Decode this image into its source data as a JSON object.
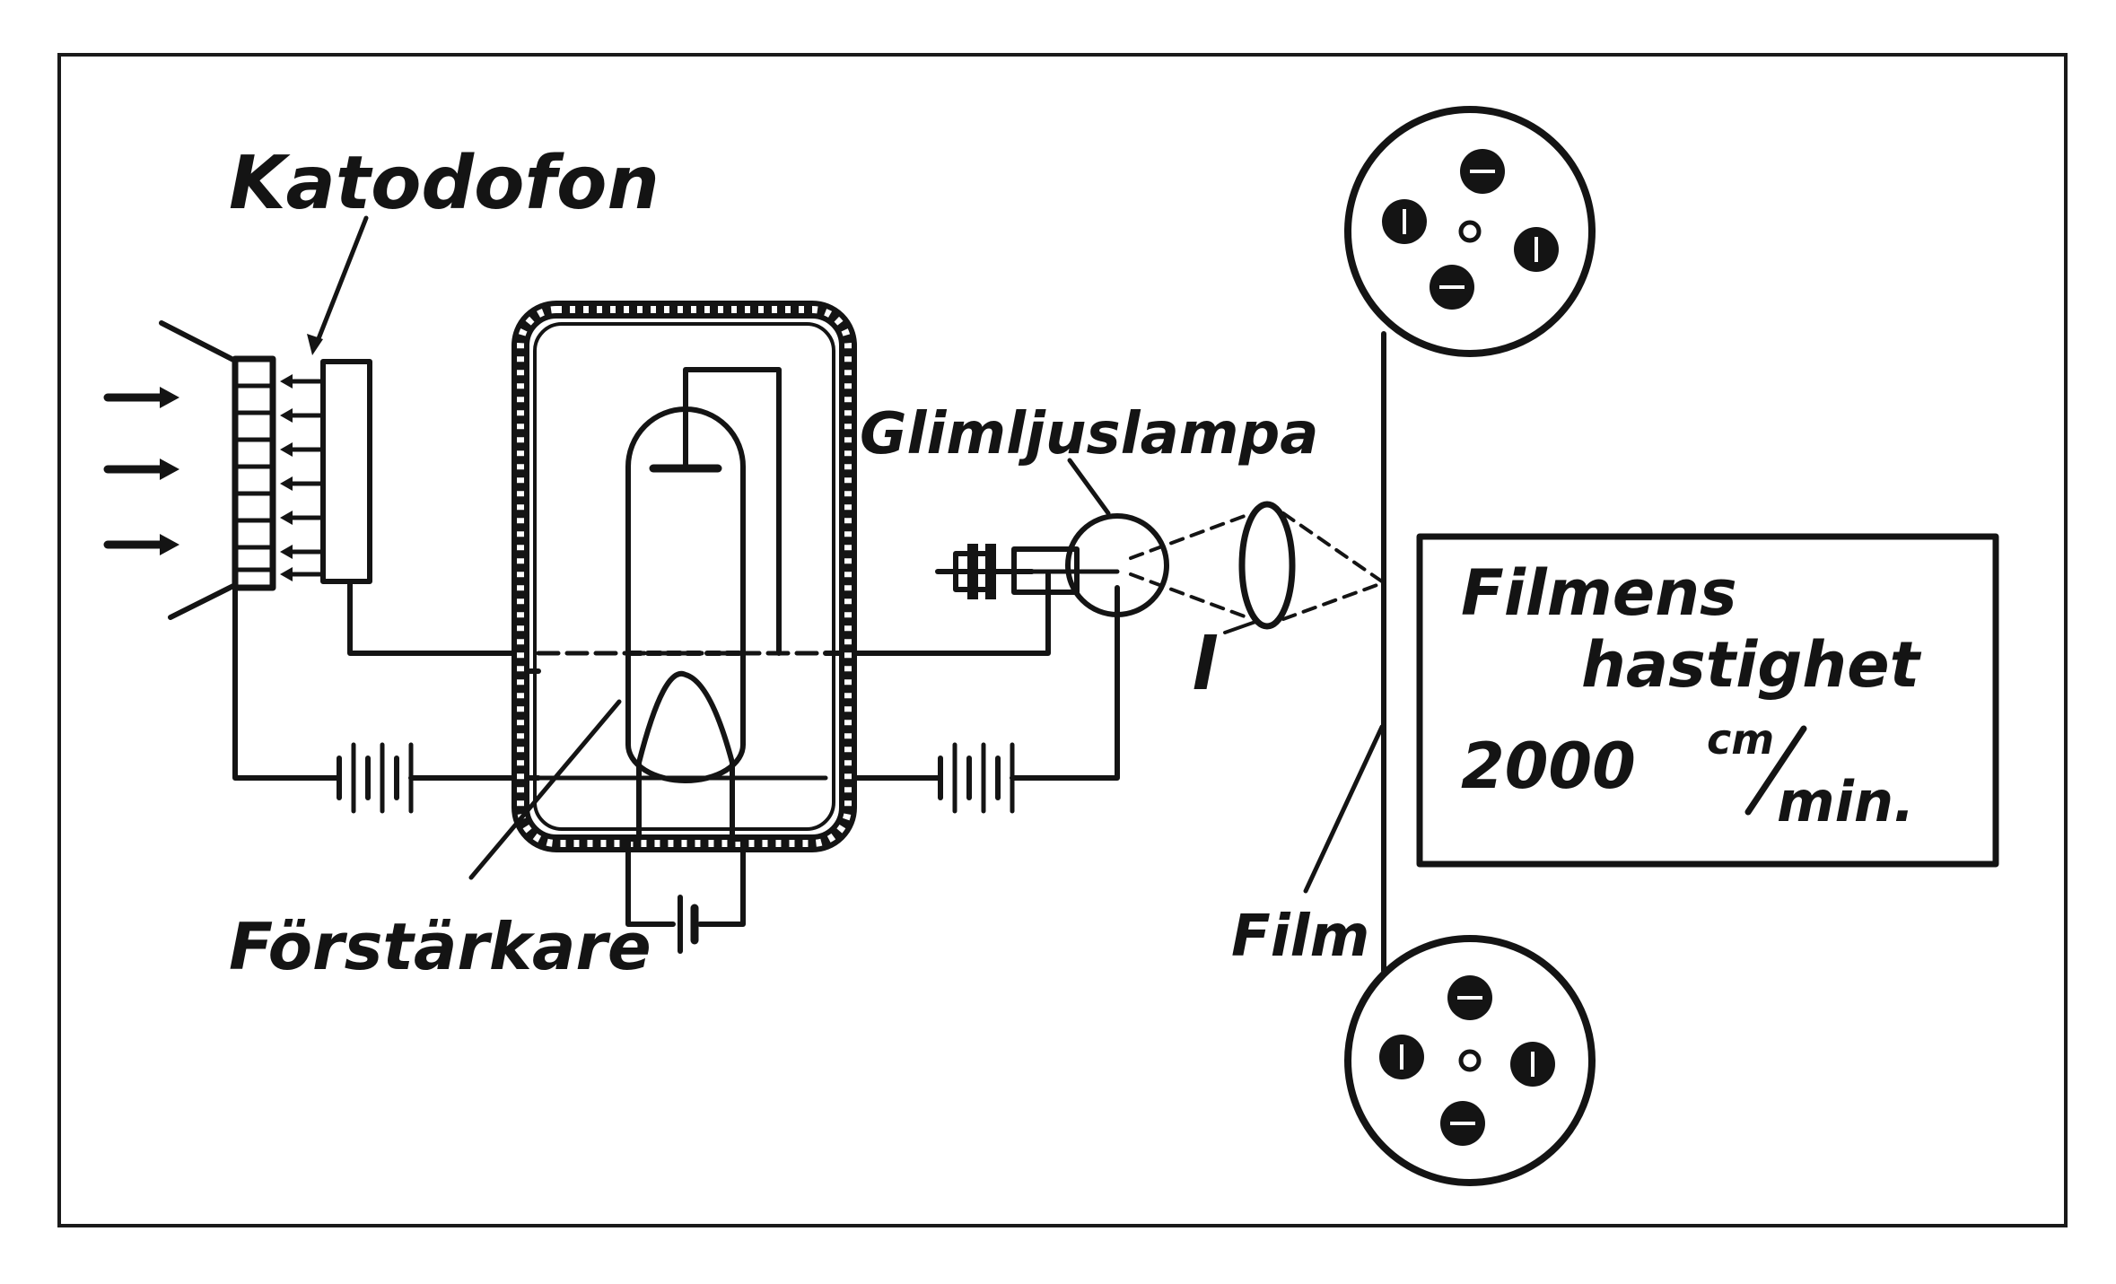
{
  "colors": {
    "ink": "#141414",
    "background": "#ffffff",
    "frame": "#1a1a1a"
  },
  "labels": {
    "katodofon": "Katodofon",
    "glimljuslampa": "Glimljuslampa",
    "forstarkare": "Förstärkare",
    "film": "Film",
    "lens_letter": "l",
    "speed_line1": "Filmens",
    "speed_line2": "hastighet",
    "speed_value": "2000",
    "speed_unit_top": "cm",
    "speed_unit_bottom": "min."
  }
}
